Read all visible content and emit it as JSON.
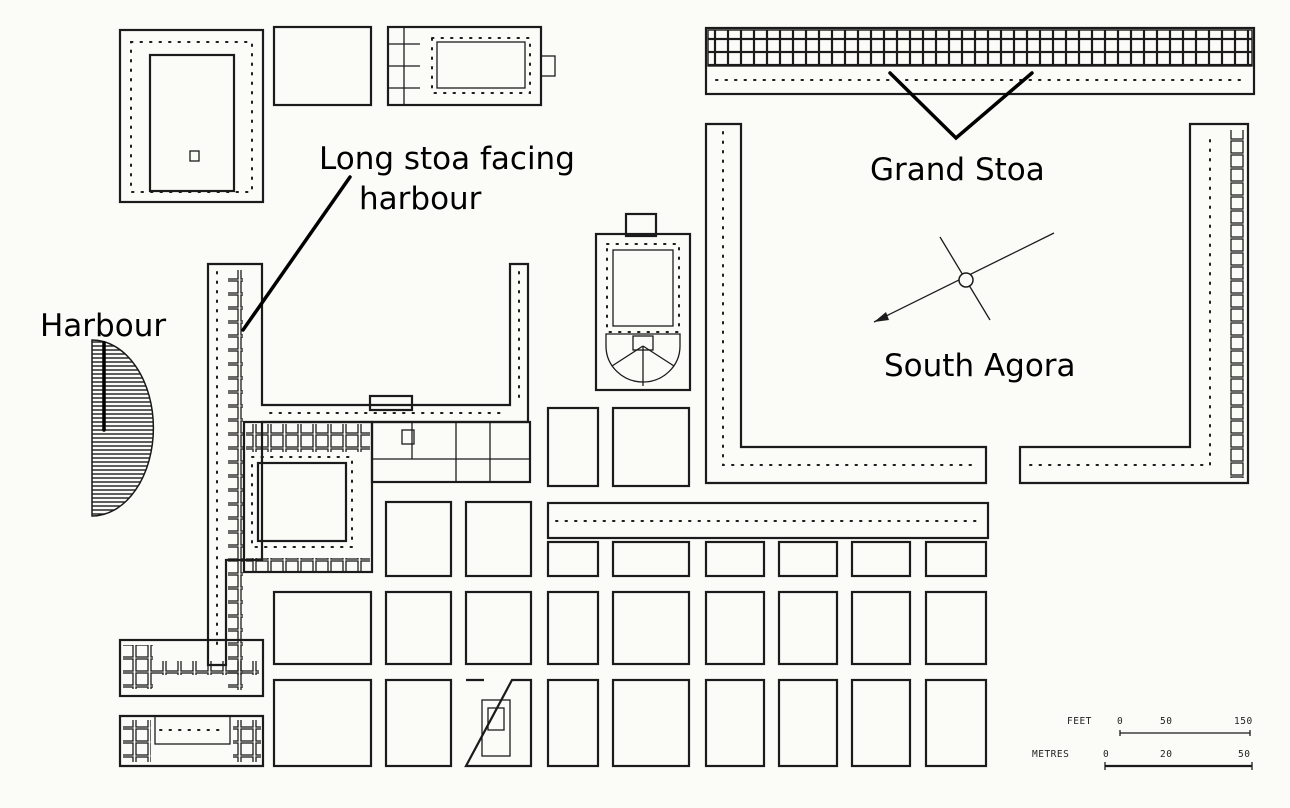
{
  "labels": {
    "long_stoa": [
      "Long stoa facing",
      "harbour"
    ],
    "grand_stoa": "Grand Stoa",
    "harbour": "Harbour",
    "south_agora": "South Agora"
  },
  "scale_bar": {
    "feet_label": "FEET",
    "feet_ticks": [
      "0",
      "50",
      "150"
    ],
    "metres_label": "METRES",
    "metres_ticks": [
      "0",
      "20",
      "50"
    ]
  },
  "colors": {
    "ink": "#1b1b1b",
    "paper": "#fbfbf8"
  }
}
